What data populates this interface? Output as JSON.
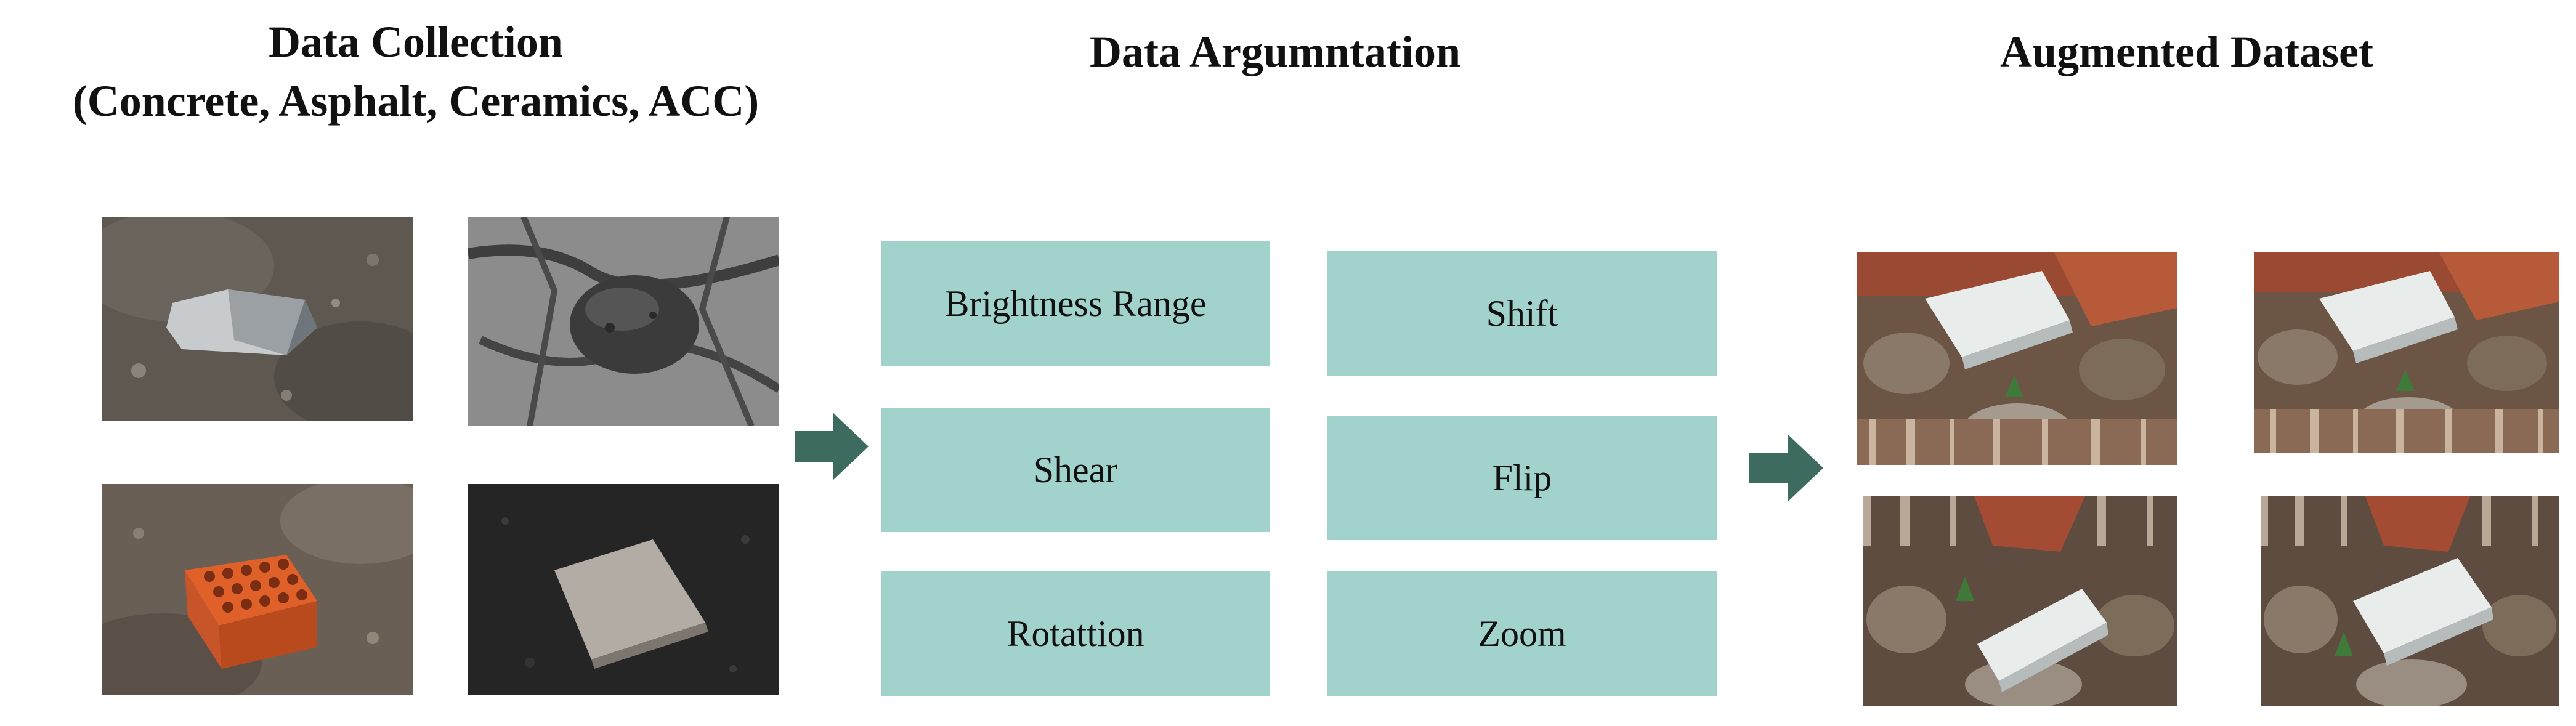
{
  "headings": {
    "data_collection_line1": "Data Collection",
    "data_collection_line2": "(Concrete, Asphalt, Ceramics, ACC)",
    "data_augmentation": "Data Argumntation",
    "augmented_dataset": "Augmented Dataset"
  },
  "augmentations": {
    "brightness": "Brightness Range",
    "shift": "Shift",
    "shear": "Shear",
    "flip": "Flip",
    "rotation": "Rotattion",
    "zoom": "Zoom"
  },
  "samples": [
    "concrete",
    "asphalt",
    "ceramics",
    "acc"
  ],
  "colors": {
    "box": "#a2d2cc",
    "arrow": "#3d6b60"
  }
}
